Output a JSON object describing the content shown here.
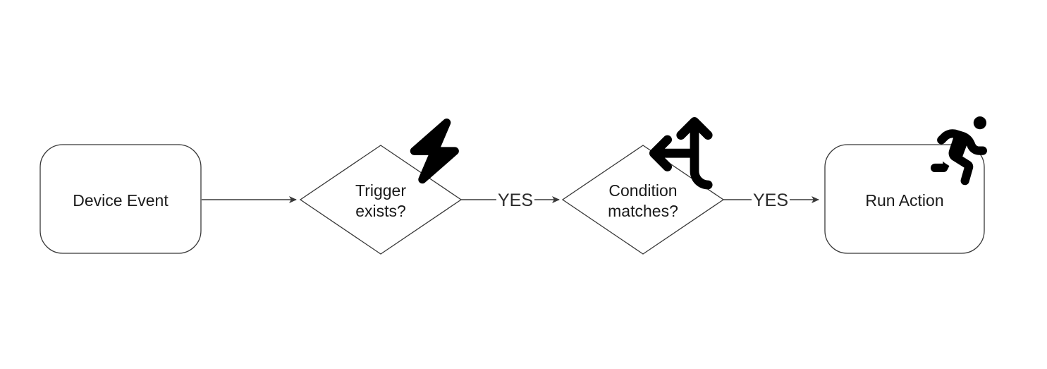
{
  "flowchart": {
    "nodes": [
      {
        "id": "device-event",
        "type": "rounded-rect",
        "label": "Device Event"
      },
      {
        "id": "trigger-exists",
        "type": "decision-diamond",
        "label": "Trigger exists?",
        "line1": "Trigger",
        "line2": "exists?",
        "icon": "lightning-bolt"
      },
      {
        "id": "condition-matches",
        "type": "decision-diamond",
        "label": "Condition matches?",
        "line1": "Condition",
        "line2": "matches?",
        "icon": "arrows-split-up-left"
      },
      {
        "id": "run-action",
        "type": "rounded-rect",
        "label": "Run Action",
        "icon": "person-running"
      }
    ],
    "edges": [
      {
        "from": "device-event",
        "to": "trigger-exists",
        "label": ""
      },
      {
        "from": "trigger-exists",
        "to": "condition-matches",
        "label": "YES"
      },
      {
        "from": "condition-matches",
        "to": "run-action",
        "label": "YES"
      }
    ],
    "colors": {
      "background": "#ffffff",
      "stroke": "#383838",
      "text": "#1a1a1a",
      "icon": "#000000"
    }
  }
}
